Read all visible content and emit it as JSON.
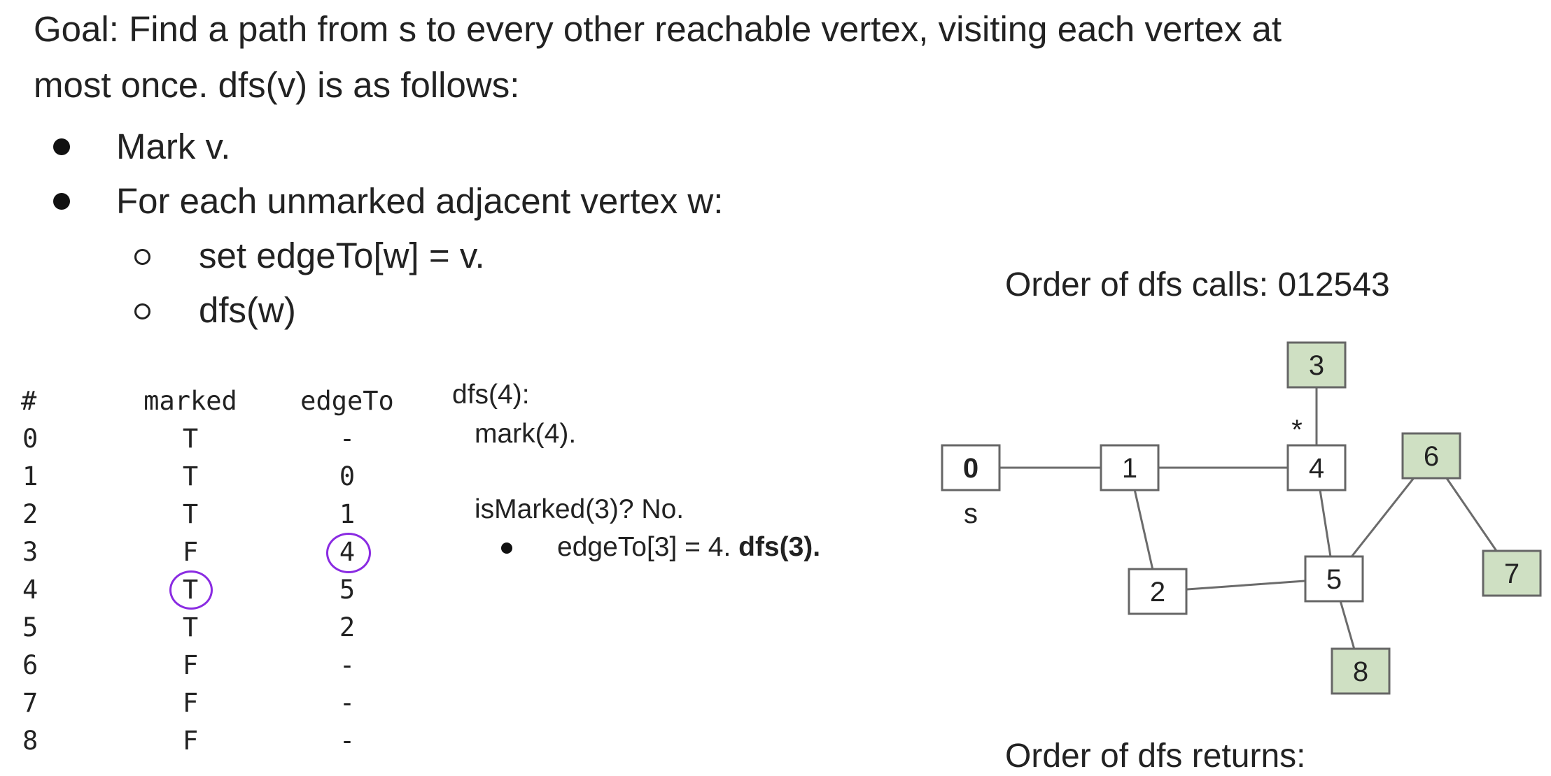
{
  "goal": {
    "line1": "Goal: Find a path from s to every other reachable vertex, visiting each vertex at",
    "line2": "most once. dfs(v) is as follows:"
  },
  "algorithm": {
    "step1": "Mark v.",
    "step2": "For each unmarked adjacent vertex w:",
    "sub1": "set edgeTo[w] = v.",
    "sub2": "dfs(w)"
  },
  "table": {
    "headers": [
      "#",
      "marked",
      "edgeTo"
    ],
    "rows": [
      {
        "index": "0",
        "marked": "T",
        "edgeTo": "-"
      },
      {
        "index": "1",
        "marked": "T",
        "edgeTo": "0"
      },
      {
        "index": "2",
        "marked": "T",
        "edgeTo": "1"
      },
      {
        "index": "3",
        "marked": "F",
        "edgeTo": "4"
      },
      {
        "index": "4",
        "marked": "T",
        "edgeTo": "5"
      },
      {
        "index": "5",
        "marked": "T",
        "edgeTo": "2"
      },
      {
        "index": "6",
        "marked": "F",
        "edgeTo": "-"
      },
      {
        "index": "7",
        "marked": "F",
        "edgeTo": "-"
      },
      {
        "index": "8",
        "marked": "F",
        "edgeTo": "-"
      }
    ],
    "highlight_color": "#8a2be2"
  },
  "trace": {
    "call": "dfs(4):",
    "mark": "mark(4).",
    "check": "isMarked(3)? No.",
    "action_plain": "edgeTo[3] = 4. ",
    "action_bold": "dfs(3)."
  },
  "info": {
    "calls": "Order of dfs calls: 012543",
    "returns": "Order of dfs returns:"
  },
  "graph": {
    "nodes": [
      {
        "id": "0",
        "visited": true,
        "bold": true
      },
      {
        "id": "1",
        "visited": true
      },
      {
        "id": "2",
        "visited": true
      },
      {
        "id": "3",
        "visited": false
      },
      {
        "id": "4",
        "visited": true
      },
      {
        "id": "5",
        "visited": true
      },
      {
        "id": "6",
        "visited": false
      },
      {
        "id": "7",
        "visited": false
      },
      {
        "id": "8",
        "visited": false
      }
    ],
    "edges": [
      [
        "0",
        "1"
      ],
      [
        "1",
        "4"
      ],
      [
        "1",
        "2"
      ],
      [
        "2",
        "5"
      ],
      [
        "4",
        "5"
      ],
      [
        "4",
        "3"
      ],
      [
        "5",
        "6"
      ],
      [
        "6",
        "7"
      ],
      [
        "5",
        "8"
      ]
    ],
    "source_label": "s",
    "star_label": "*",
    "unvisited_fill": "#cfe0c3",
    "visited_fill": "#ffffff"
  }
}
